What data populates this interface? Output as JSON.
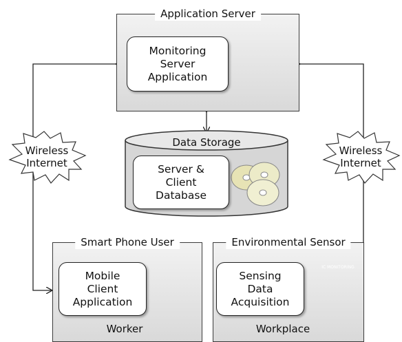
{
  "app_server": {
    "title": "Application Server",
    "box_lines": [
      "Monitoring",
      "Server",
      "Application"
    ]
  },
  "storage": {
    "title": "Data Storage",
    "box_lines": [
      "Server &",
      "Client",
      "Database"
    ]
  },
  "smartphone": {
    "title": "Smart Phone User",
    "box_lines": [
      "Mobile",
      "Client",
      "Application"
    ],
    "caption": "Worker"
  },
  "sensor": {
    "title": "Environmental Sensor",
    "box_lines": [
      "Sensing",
      "Data",
      "Acquisition"
    ],
    "caption": "Workplace",
    "device_label": "IC MONITORING"
  },
  "links": {
    "left": [
      "Wireless",
      "Internet"
    ],
    "right": [
      "Wireless",
      "Internet"
    ]
  },
  "icons": {
    "computer": "desktop-computer-icon",
    "discs": "cd-discs-icon",
    "phone": "smartphone-icon",
    "sensor": "sensor-panel-icon"
  }
}
